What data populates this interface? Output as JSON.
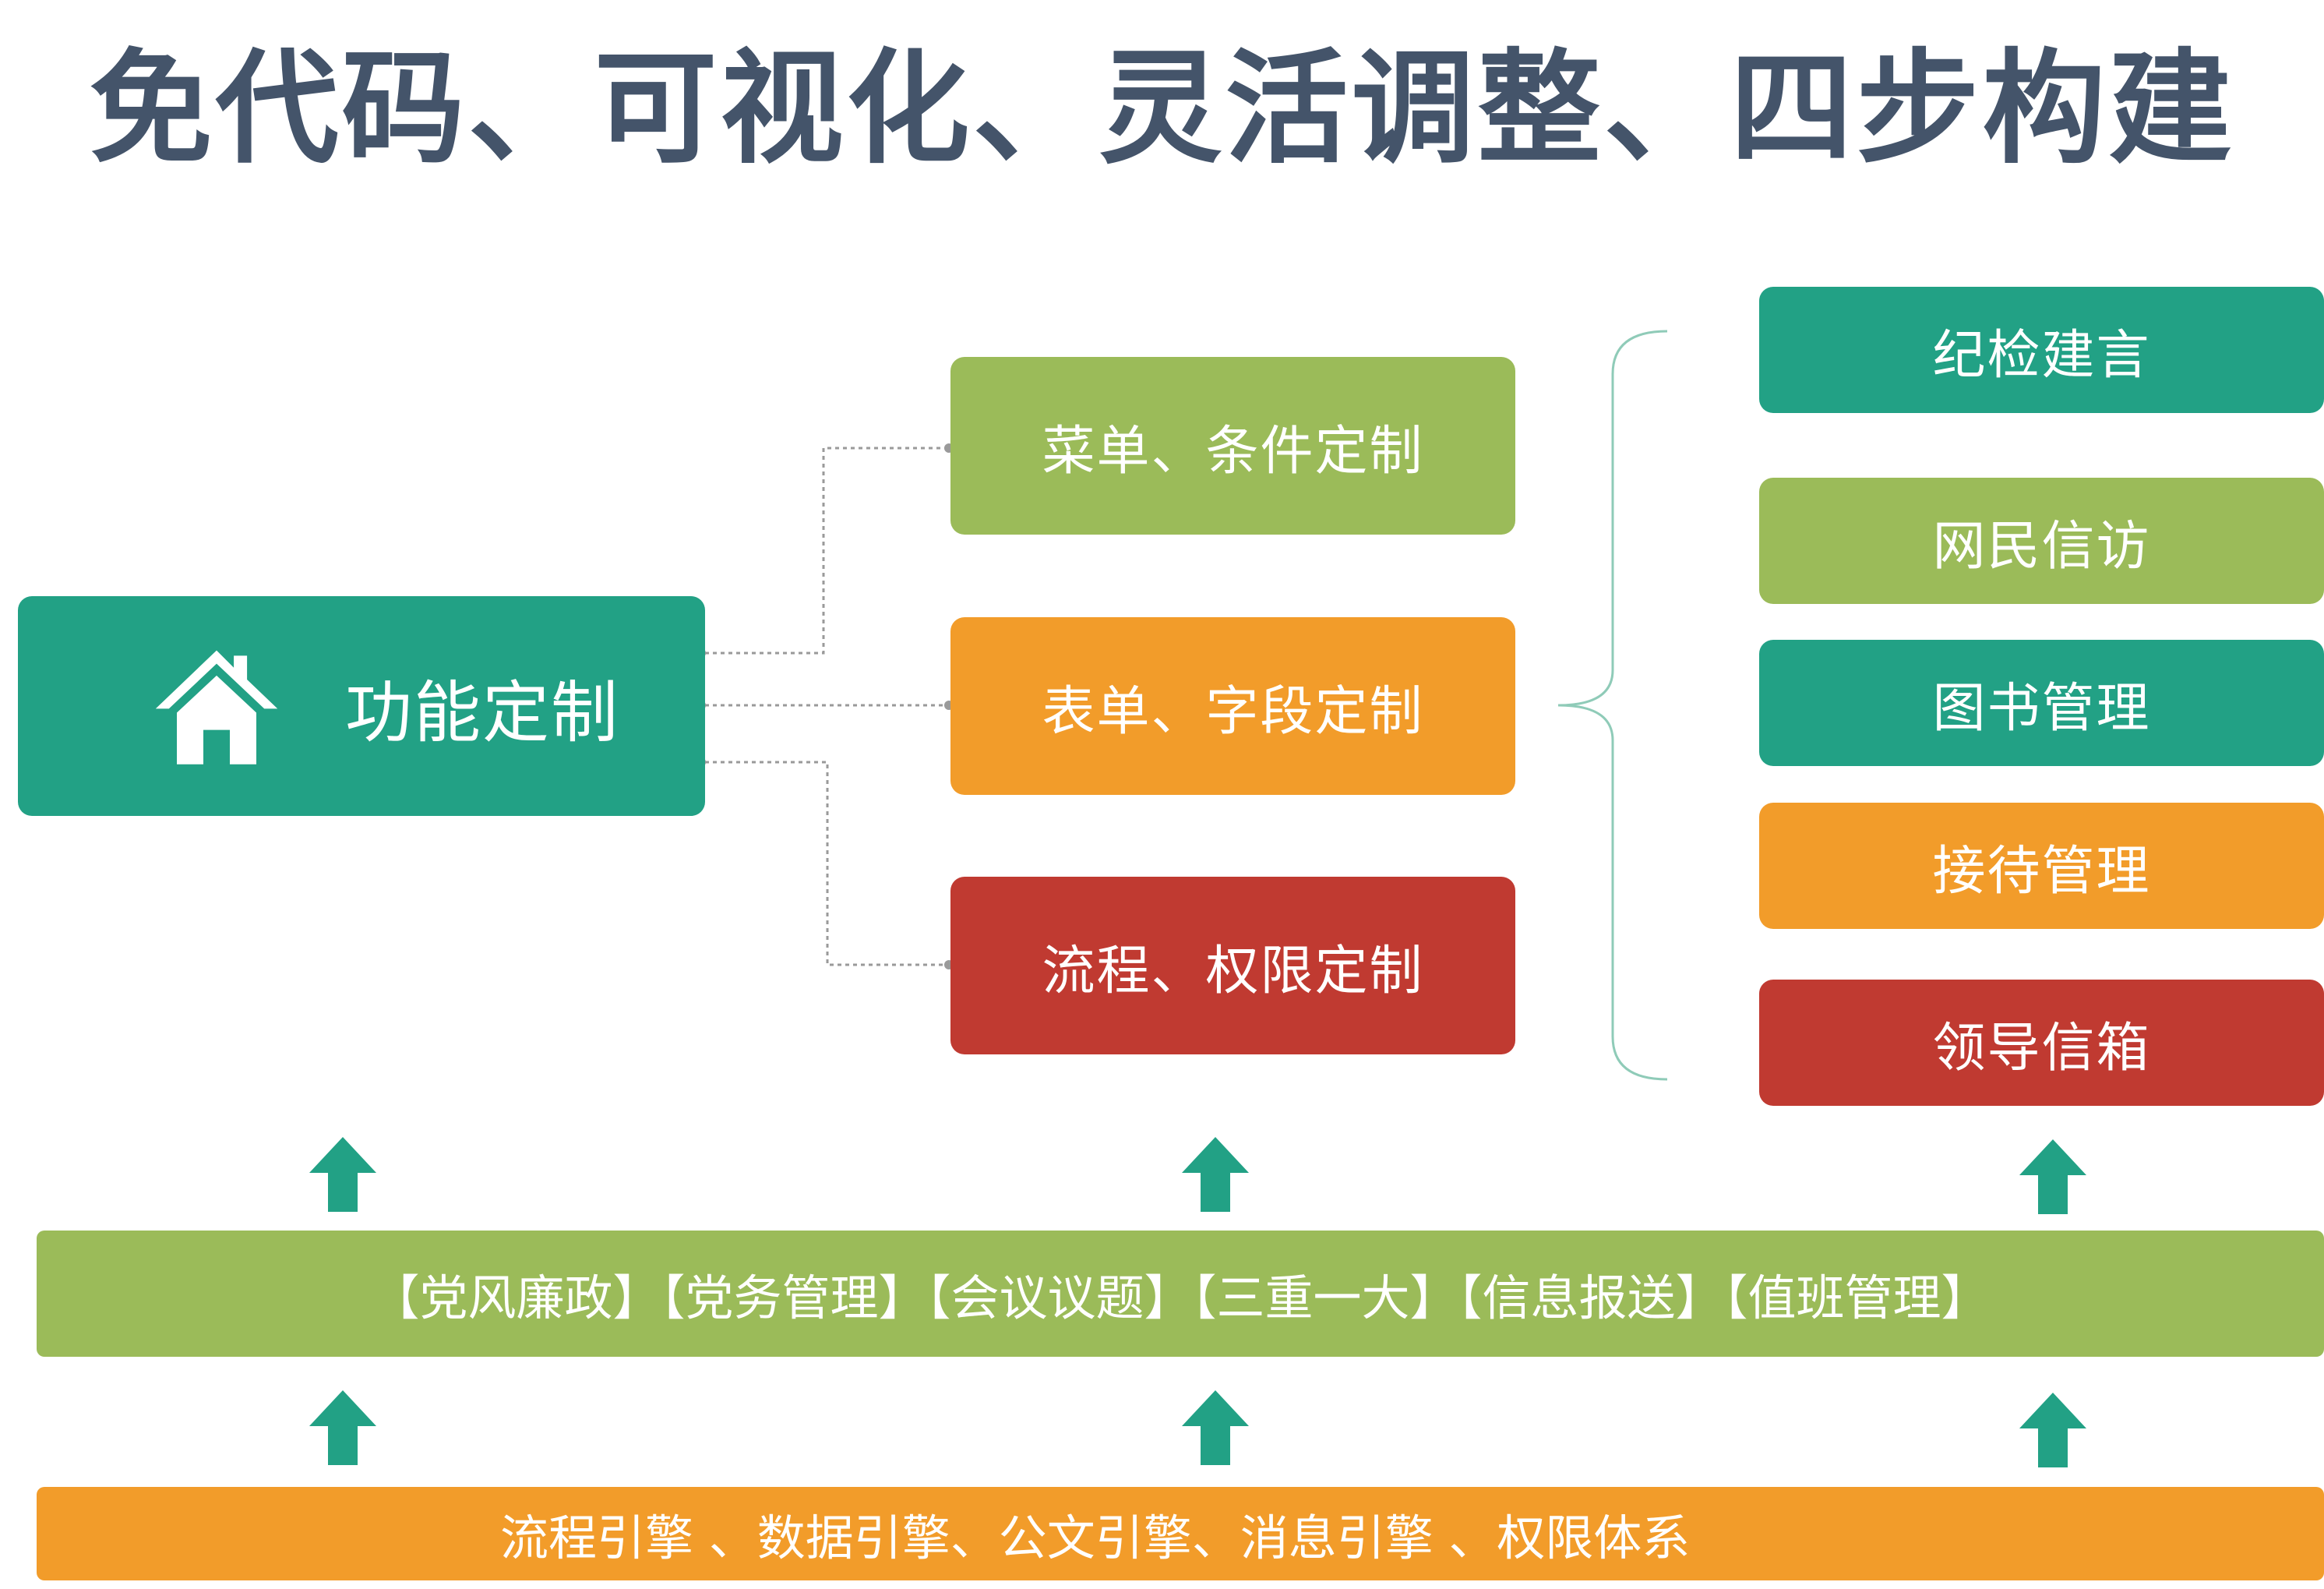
{
  "title": "免代码、可视化、灵活调整、四步构建",
  "main": {
    "label": "功能定制",
    "icon": "home-icon"
  },
  "options": [
    {
      "label": "菜单、条件定制",
      "color": "#9bbb59"
    },
    {
      "label": "表单、字段定制",
      "color": "#f29c2a"
    },
    {
      "label": "流程、权限定制",
      "color": "#c03a31"
    }
  ],
  "applications": [
    {
      "label": "纪检建言",
      "color": "#22a185"
    },
    {
      "label": "网民信访",
      "color": "#9bbb59"
    },
    {
      "label": "图书管理",
      "color": "#22a185"
    },
    {
      "label": "接待管理",
      "color": "#f29c2a"
    },
    {
      "label": "领导信箱",
      "color": "#c03a31"
    }
  ],
  "modules": "【党风廉政】【党务管理】【会议议题】【三重一大】【信息报送】【值班管理】",
  "engines": "流程引擎 、数据引擎、公文引擎、消息引擎 、权限体系"
}
